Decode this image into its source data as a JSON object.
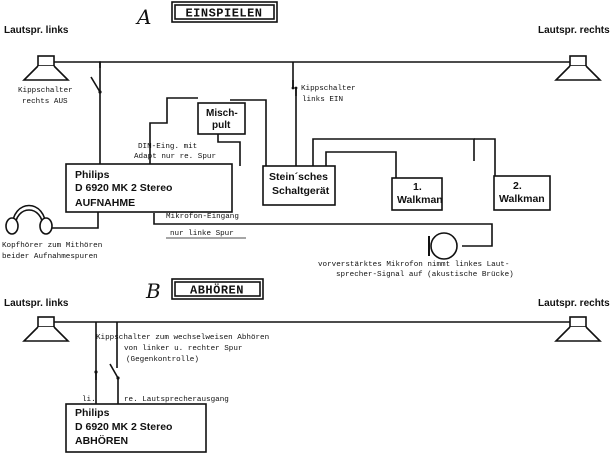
{
  "section_a": {
    "letter": "A",
    "title": "EINSPIELEN",
    "speaker_left": "Lautspr. links",
    "speaker_right": "Lautspr. rechts",
    "switch_right_l1": "Kippschalter",
    "switch_right_l2": "rechts AUS",
    "switch_left_l1": "Kippschalter",
    "switch_left_l2": "links EIN",
    "mischpult_l1": "Misch-",
    "mischpult_l2": "pult",
    "din_l1": "DIN-Eing. mit",
    "din_l2": "Adapt nur re. Spur",
    "philips_l1": "Philips",
    "philips_l2": "D 6920 MK 2 Stereo",
    "philips_l3": "AUFNAHME",
    "steins_l1": "Stein´sches",
    "steins_l2": "Schaltgerät",
    "walkman1_l1": "1.",
    "walkman1_l2": "Walkman",
    "walkman2_l1": "2.",
    "walkman2_l2": "Walkman",
    "mic_input": "Mikrofon-Eingang",
    "mic_input_note": "nur linke Spur",
    "headphones_l1": "Kopfhörer zum Mithören",
    "headphones_l2": "beider Aufnahmespuren",
    "mic_note_l1": "vorverstärktes Mikrofon nimmt linkes Laut-",
    "mic_note_l2": "sprecher-Signal auf (akustische Brücke)"
  },
  "section_b": {
    "letter": "B",
    "title": "ABHÖREN",
    "speaker_left": "Lautspr. links",
    "speaker_right": "Lautspr. rechts",
    "switch_l1": "Kippschalter zum wechselweisen Abhören",
    "switch_l2": "von linker u. rechter Spur",
    "switch_l3": "(Gegenkontrolle)",
    "li": "li.",
    "re_out": "re. Lautsprecherausgang",
    "philips_l1": "Philips",
    "philips_l2": "D 6920 MK 2 Stereo",
    "philips_l3": "ABHÖREN"
  }
}
